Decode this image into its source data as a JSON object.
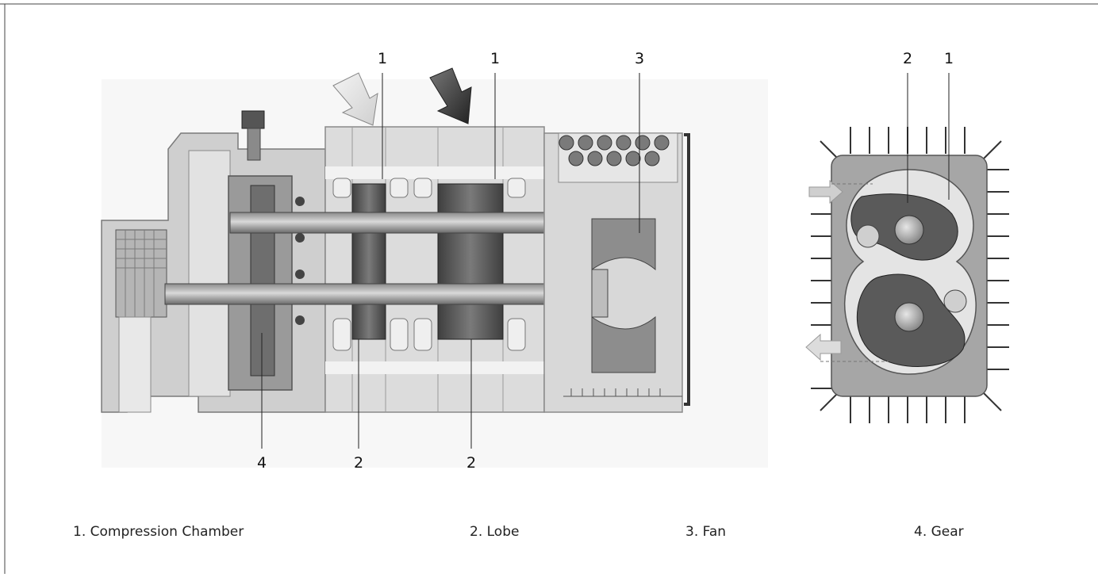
{
  "callouts": {
    "section_top_left": "1",
    "section_top_right": "1",
    "section_top_fan": "3",
    "section_bottom_gear": "4",
    "section_bottom_lobe_left": "2",
    "section_bottom_lobe_right": "2",
    "endview_lobe": "2",
    "endview_chamber": "1"
  },
  "legend": {
    "item1": "1. Compression Chamber",
    "item2": "2. Lobe",
    "item3": "3. Fan",
    "item4": "4. Gear"
  },
  "colors": {
    "body_light": "#d2d2d2",
    "body_mid": "#a9a9a9",
    "body_dark": "#6e6e6e",
    "lobe": "#5a5a5a",
    "outline": "#333333"
  }
}
